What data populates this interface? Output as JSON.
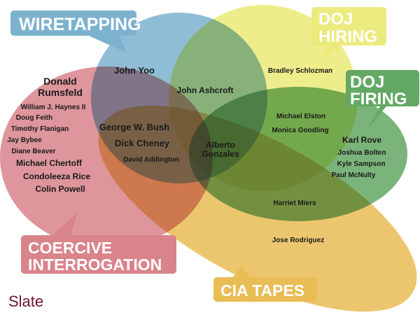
{
  "sets": {
    "wiretapping": {
      "label": "WIRETAPPING",
      "color": "#7db2cf"
    },
    "doj_hiring": {
      "label_line1": "DOJ",
      "label_line2": "HIRING",
      "color": "#ecea79"
    },
    "doj_firing": {
      "label_line1": "DOJ",
      "label_line2": "FIRING",
      "color": "#63a863"
    },
    "coercive": {
      "label_line1": "COERCIVE",
      "label_line2": "INTERROGATION",
      "color": "#d9838b"
    },
    "cia_tapes": {
      "label": "CIA TAPES",
      "color": "#e9bd55"
    }
  },
  "people": {
    "john_yoo": "John Yoo",
    "donald_rumsfeld_1": "Donald",
    "donald_rumsfeld_2": "Rumsfeld",
    "william_haynes": "William J. Haynes II",
    "doug_feith": "Doug Feith",
    "timothy_flanigan": "Timothy Flanigan",
    "jay_bybee": "Jay Bybee",
    "diane_beaver": "Diane Beaver",
    "michael_chertoff": "Michael Chertoff",
    "condoleeza_rice": "Condoleeza Rice",
    "colin_powell": "Colin Powell",
    "george_bush": "George W. Bush",
    "dick_cheney": "Dick Cheney",
    "david_addington": "David Addington",
    "john_ashcroft": "John Ashcroft",
    "alberto_gonzales_1": "Alberto",
    "alberto_gonzales_2": "Gonzales",
    "bradley_schlozman": "Bradley Schlozman",
    "michael_elston": "Michael Elston",
    "monica_goodling": "Monica Goodling",
    "karl_rove": "Karl Rove",
    "joshua_bolten": "Joshua Bolten",
    "kyle_sampson": "Kyle Sampson",
    "paul_mcnulty": "Paul McNulty",
    "harriet_miers": "Harriet Miers",
    "jose_rodriguez": "Jose Rodriguez"
  },
  "logo": {
    "text": "Slate",
    "color": "#6e1234"
  }
}
